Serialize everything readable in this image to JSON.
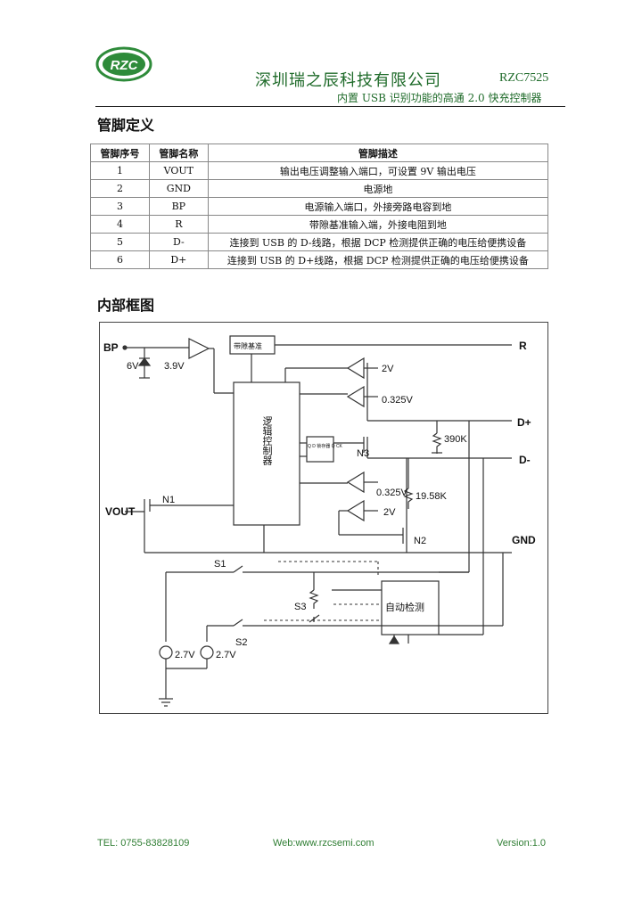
{
  "header": {
    "logo_text": "RZC",
    "company": "深圳瑞之辰科技有限公司",
    "model": "RZC7525",
    "subtitle": "内置 USB 识别功能的高通 2.0 快充控制器"
  },
  "pin_section": {
    "title": "管脚定义",
    "columns": [
      "管脚序号",
      "管脚名称",
      "管脚描述"
    ],
    "rows": [
      [
        "1",
        "VOUT",
        "输出电压调整输入端口，可设置 9V 输出电压"
      ],
      [
        "2",
        "GND",
        "电源地"
      ],
      [
        "3",
        "BP",
        "电源输入端口，外接旁路电容到地"
      ],
      [
        "4",
        "R",
        "带隙基准输入端，外接电阻到地"
      ],
      [
        "5",
        "D-",
        "连接到 USB 的 D-线路，根据 DCP 检测提供正确的电压给便携设备"
      ],
      [
        "6",
        "D+",
        "连接到 USB 的 D+线路，根据 DCP 检测提供正确的电压给便携设备"
      ]
    ]
  },
  "block_section": {
    "title": "内部框图",
    "labels": {
      "bp": "BP",
      "r": "R",
      "dplus": "D+",
      "dminus": "D-",
      "gnd": "GND",
      "vout": "VOUT",
      "v6": "6V",
      "v39": "3.9V",
      "ref2v_a": "2V",
      "ref0325_a": "0.325V",
      "ref0325_b": "0.325V",
      "ref2v_b": "2V",
      "r390k": "390K",
      "r1958k": "19.58K",
      "n1": "N1",
      "n2": "N2",
      "n3": "N3",
      "s1": "S1",
      "s2": "S2",
      "s3": "S3",
      "src1": "2.7V",
      "src2": "2.7V",
      "bandgap": "带隙基准",
      "logic": "逻辑控制器",
      "auto": "自动检测",
      "latch": "Q D 锁存器 Q̄ CK"
    }
  },
  "footer": {
    "tel": "TEL: 0755-83828109",
    "web": "Web:www.rzcsemi.com",
    "version": "Version:1.0"
  }
}
